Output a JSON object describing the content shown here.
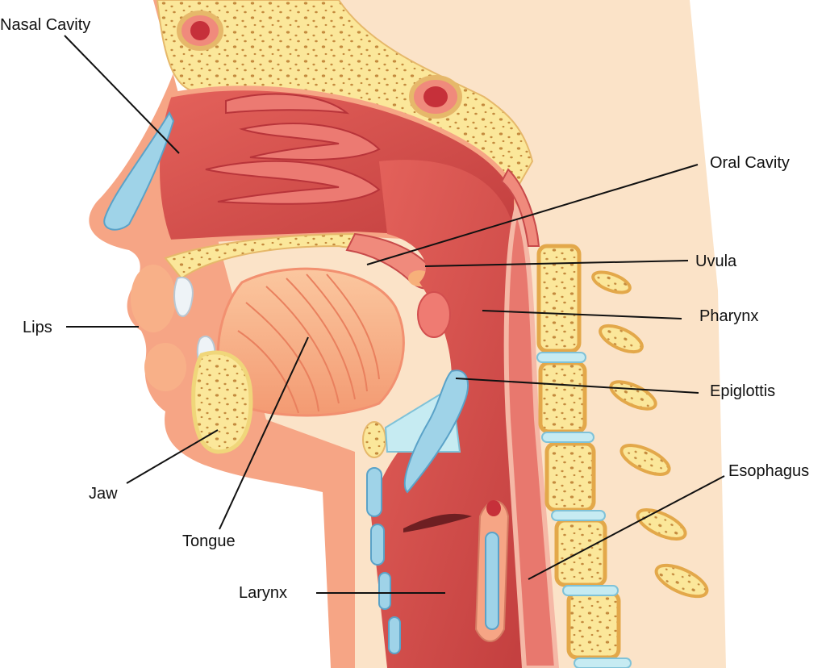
{
  "labels": {
    "nasal_cavity": "Nasal Cavity",
    "oral_cavity": "Oral Cavity",
    "uvula": "Uvula",
    "pharynx": "Pharynx",
    "lips": "Lips",
    "epiglottis": "Epiglottis",
    "jaw": "Jaw",
    "esophagus": "Esophagus",
    "tongue": "Tongue",
    "larynx": "Larynx"
  },
  "colors": {
    "skin": "#fbe3c8",
    "skin_edge": "#f0b38f",
    "flesh": "#f6a585",
    "cavity": "#d9534f",
    "cavity_light": "#ec7a72",
    "bone": "#fbe79a",
    "bone_dark": "#c48a3e",
    "vertebra": "#f6c45a",
    "cartilage": "#9fd3e8",
    "cartilage_edge": "#5aa2c8",
    "tongue": "#fbb48a"
  }
}
